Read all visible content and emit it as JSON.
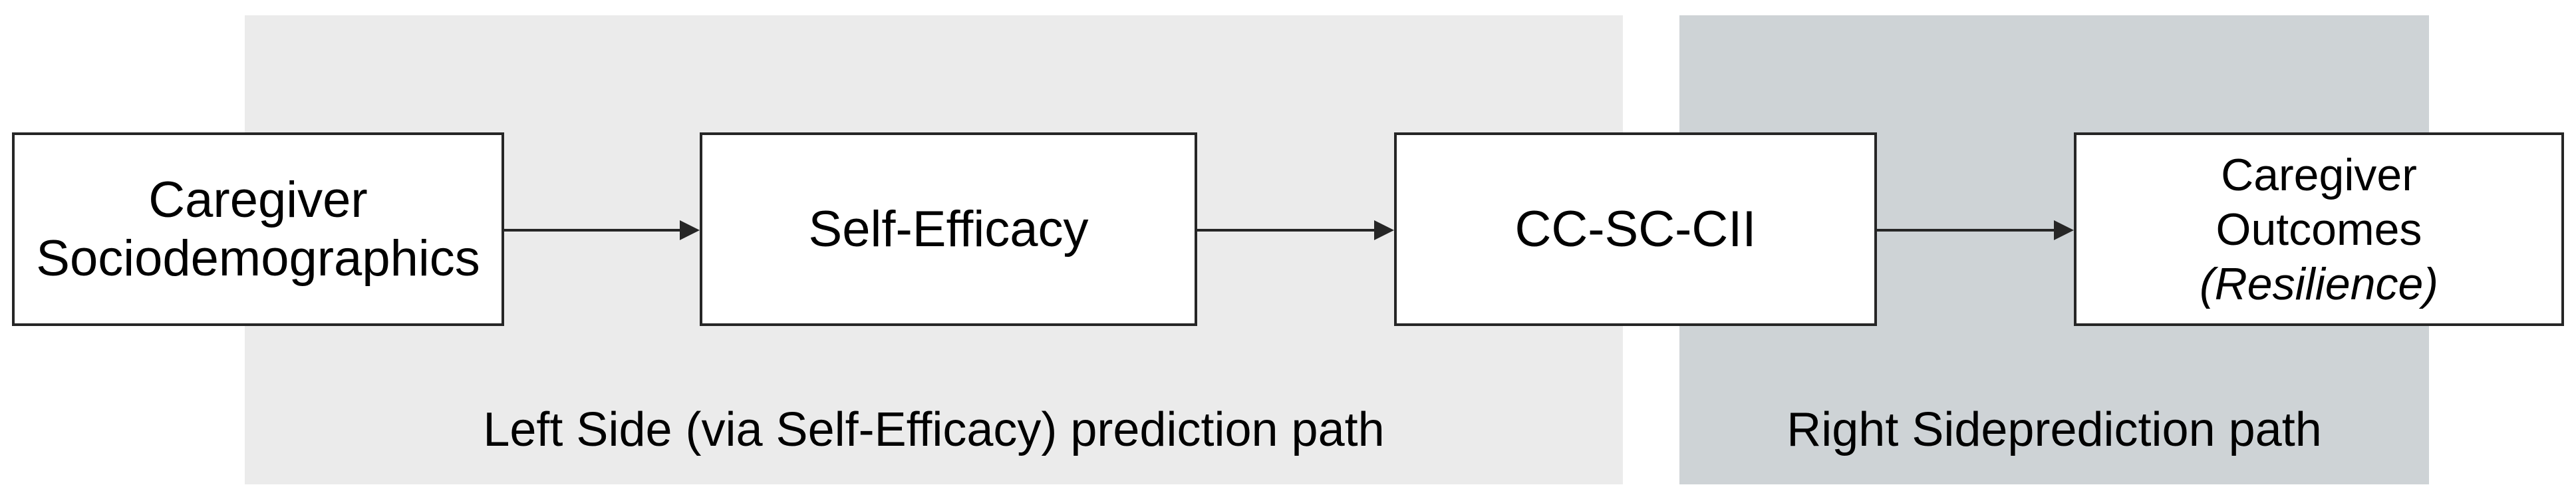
{
  "diagram": {
    "boxes": [
      {
        "id": "caregiver-sociodemographics",
        "lines": [
          "Caregiver",
          "Sociodemographics"
        ]
      },
      {
        "id": "self-efficacy",
        "lines": [
          "Self-Efficacy"
        ]
      },
      {
        "id": "cc-sc-cii",
        "lines": [
          "CC-SC-CII"
        ]
      },
      {
        "id": "caregiver-outcomes",
        "lines": [
          "Caregiver",
          "Outcomes"
        ],
        "italic_line": "(Resilience)"
      }
    ],
    "regions": {
      "left": {
        "caption": "Left Side (via Self-Efficacy) prediction path",
        "fill": "#ebebeb"
      },
      "right": {
        "caption": "Right Sideprediction path",
        "fill": "#ced3d6"
      }
    },
    "colors": {
      "box_fill": "#ffffff",
      "box_border": "#262626",
      "arrow": "#262626",
      "text": "#000000"
    }
  }
}
